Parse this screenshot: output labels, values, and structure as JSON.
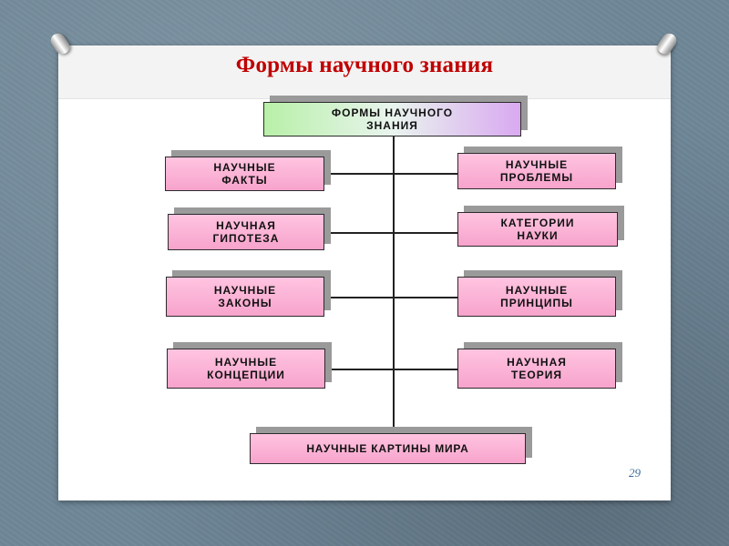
{
  "slide": {
    "title": "Формы научного знания",
    "page_number": "29"
  },
  "diagram": {
    "root": "ФОРМЫ НАУЧНОГО\nЗНАНИЯ",
    "left": [
      "НАУЧНЫЕ\nФАКТЫ",
      "НАУЧНАЯ\nГИПОТЕЗА",
      "НАУЧНЫЕ\nЗАКОНЫ",
      "НАУЧНЫЕ\nКОНЦЕПЦИИ"
    ],
    "right": [
      "НАУЧНЫЕ\nПРОБЛЕМЫ",
      "КАТЕГОРИИ\nНАУКИ",
      "НАУЧНЫЕ\nПРИНЦИПЫ",
      "НАУЧНАЯ\nТЕОРИЯ"
    ],
    "bottom": "НАУЧНЫЕ КАРТИНЫ МИРА"
  },
  "colors": {
    "title": "#c00000",
    "box_fill": "#f7a3cc",
    "box_shadow": "#9a9a9a",
    "background": "#6f8798"
  }
}
